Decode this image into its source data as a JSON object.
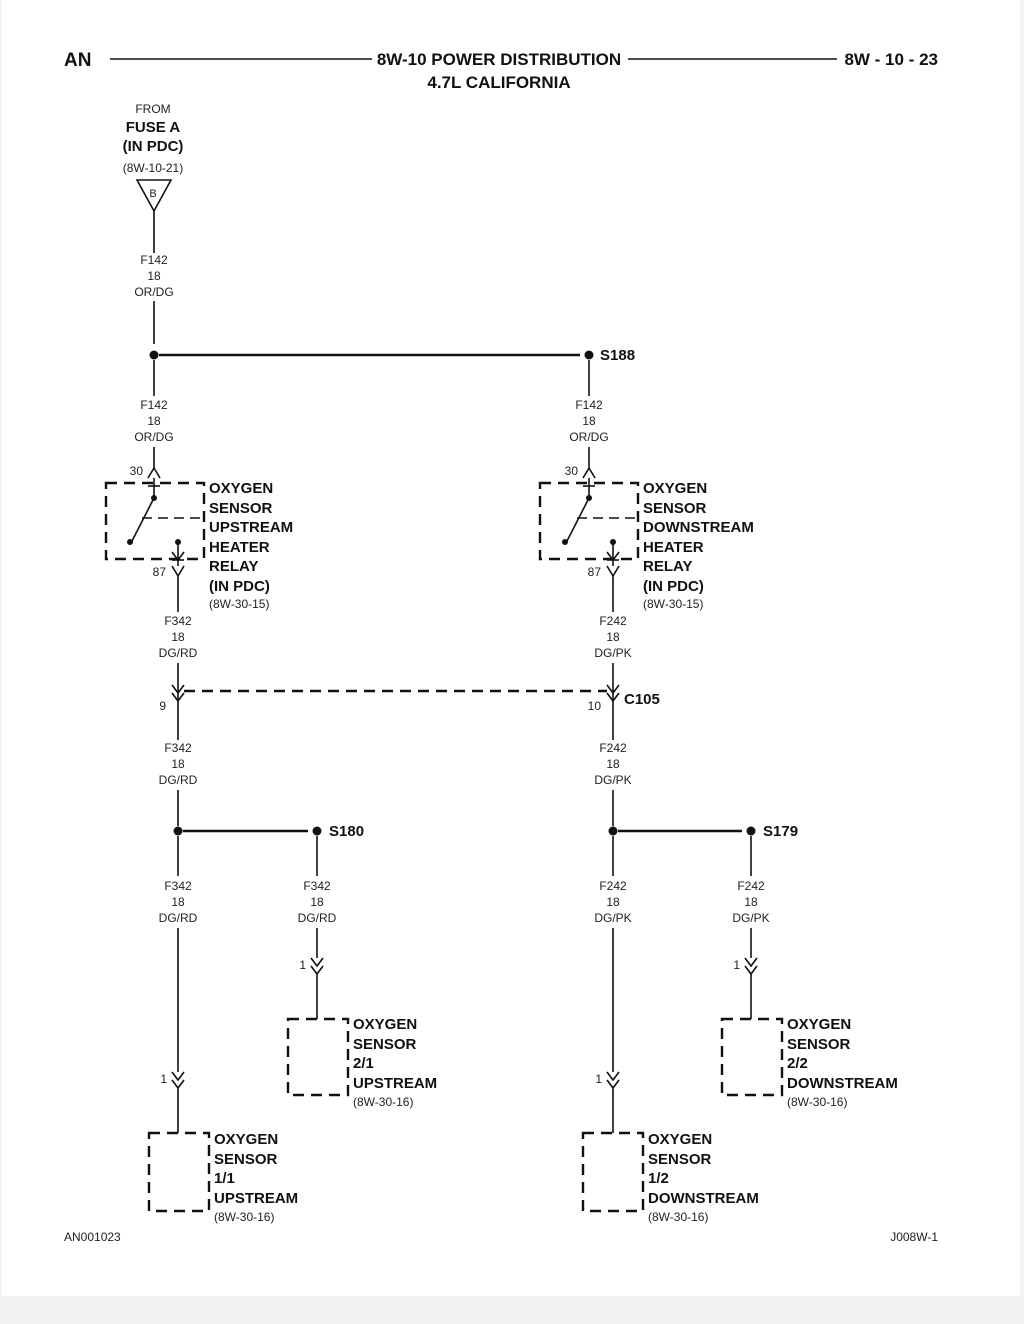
{
  "header": {
    "left": "AN",
    "title_line1": "8W-10 POWER DISTRIBUTION",
    "title_line2": "4.7L CALIFORNIA",
    "page_ref": "8W - 10 - 23"
  },
  "source": {
    "from": "FROM",
    "name_line1": "FUSE A",
    "name_line2": "(IN PDC)",
    "ref": "(8W-10-21)",
    "connector_letter": "B"
  },
  "wires": {
    "top": {
      "circuit": "F142",
      "gauge": "18",
      "color": "OR/DG"
    },
    "left_relay_in": {
      "circuit": "F142",
      "gauge": "18",
      "color": "OR/DG"
    },
    "right_relay_in": {
      "circuit": "F142",
      "gauge": "18",
      "color": "OR/DG"
    },
    "left_relay_out": {
      "circuit": "F342",
      "gauge": "18",
      "color": "DG/RD"
    },
    "right_relay_out": {
      "circuit": "F242",
      "gauge": "18",
      "color": "DG/PK"
    },
    "left_below_c105": {
      "circuit": "F342",
      "gauge": "18",
      "color": "DG/RD"
    },
    "right_below_c105": {
      "circuit": "F242",
      "gauge": "18",
      "color": "DG/PK"
    },
    "left_down": {
      "circuit": "F342",
      "gauge": "18",
      "color": "DG/RD"
    },
    "left_branch": {
      "circuit": "F342",
      "gauge": "18",
      "color": "DG/RD"
    },
    "right_down": {
      "circuit": "F242",
      "gauge": "18",
      "color": "DG/PK"
    },
    "right_branch": {
      "circuit": "F242",
      "gauge": "18",
      "color": "DG/PK"
    }
  },
  "splices": {
    "s188": "S188",
    "s180": "S180",
    "s179": "S179"
  },
  "connector": {
    "name": "C105",
    "left_pin": "9",
    "right_pin": "10"
  },
  "relays": {
    "upstream": {
      "pin_in": "30",
      "pin_out": "87",
      "lines": [
        "OXYGEN",
        "SENSOR",
        "UPSTREAM",
        "HEATER",
        "RELAY",
        "(IN PDC)"
      ],
      "ref": "(8W-30-15)"
    },
    "downstream": {
      "pin_in": "30",
      "pin_out": "87",
      "lines": [
        "OXYGEN",
        "SENSOR",
        "DOWNSTREAM",
        "HEATER",
        "RELAY",
        "(IN PDC)"
      ],
      "ref": "(8W-30-15)"
    }
  },
  "sensors": {
    "s11": {
      "pin": "1",
      "lines": [
        "OXYGEN",
        "SENSOR",
        "1/1",
        "UPSTREAM"
      ],
      "ref": "(8W-30-16)"
    },
    "s21": {
      "pin": "1",
      "lines": [
        "OXYGEN",
        "SENSOR",
        "2/1",
        "UPSTREAM"
      ],
      "ref": "(8W-30-16)"
    },
    "s12": {
      "pin": "1",
      "lines": [
        "OXYGEN",
        "SENSOR",
        "1/2",
        "DOWNSTREAM"
      ],
      "ref": "(8W-30-16)"
    },
    "s22": {
      "pin": "1",
      "lines": [
        "OXYGEN",
        "SENSOR",
        "2/2",
        "DOWNSTREAM"
      ],
      "ref": "(8W-30-16)"
    }
  },
  "footer": {
    "left": "AN001023",
    "right": "J008W-1"
  }
}
